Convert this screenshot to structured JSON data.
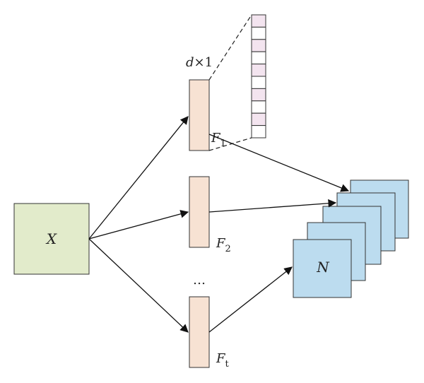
{
  "input": {
    "label": "X",
    "fill": "#e2ebcb"
  },
  "dim_label": {
    "italic": "d",
    "rest": "×1"
  },
  "filters": [
    {
      "base": "F",
      "sub": "1"
    },
    {
      "base": "F",
      "sub": "2"
    },
    {
      "base": "F",
      "sub": "t"
    }
  ],
  "ellipsis": "…",
  "feature_maps": {
    "label": "N",
    "fill": "#bcdcef"
  },
  "colors": {
    "filter_fill": "#f7e2d3",
    "vector_highlight": "#f3e4ef",
    "vector_plain": "#ffffff",
    "stroke": "#333333"
  },
  "vector_cells": [
    "highlight",
    "plain",
    "highlight",
    "plain",
    "highlight",
    "plain",
    "highlight",
    "plain",
    "highlight",
    "plain"
  ]
}
